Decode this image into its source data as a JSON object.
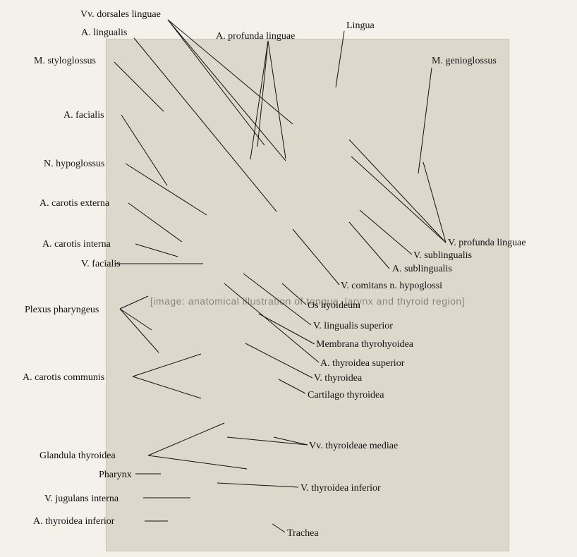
{
  "figure": {
    "placeholder": "[image: anatomical illustration of tongue, larynx and thyroid region]"
  },
  "labels": [
    "Vv. dorsales linguae",
    "A. lingualis",
    "A. profunda linguae",
    "Lingua",
    "M. styloglossus",
    "M. genioglossus",
    "A. facialis",
    "N. hypoglossus",
    "A. carotis externa",
    "A. carotis interna",
    "V. profunda linguae",
    "V. sublingualis",
    "V. facialis",
    "A. sublingualis",
    "V. comitans n. hypoglossi",
    "Os hyoideum",
    "Plexus pharyngeus",
    "V. lingualis superior",
    "Membrana thyrohyoidea",
    "A. thyroidea superior",
    "A. carotis communis",
    "V. thyroidea",
    "Cartilago thyroidea",
    "Vv. thyroideae mediae",
    "Glandula thyroidea",
    "Pharynx",
    "V. thyroidea inferior",
    "V. jugulans interna",
    "A. thyroidea inferior",
    "Trachea"
  ]
}
